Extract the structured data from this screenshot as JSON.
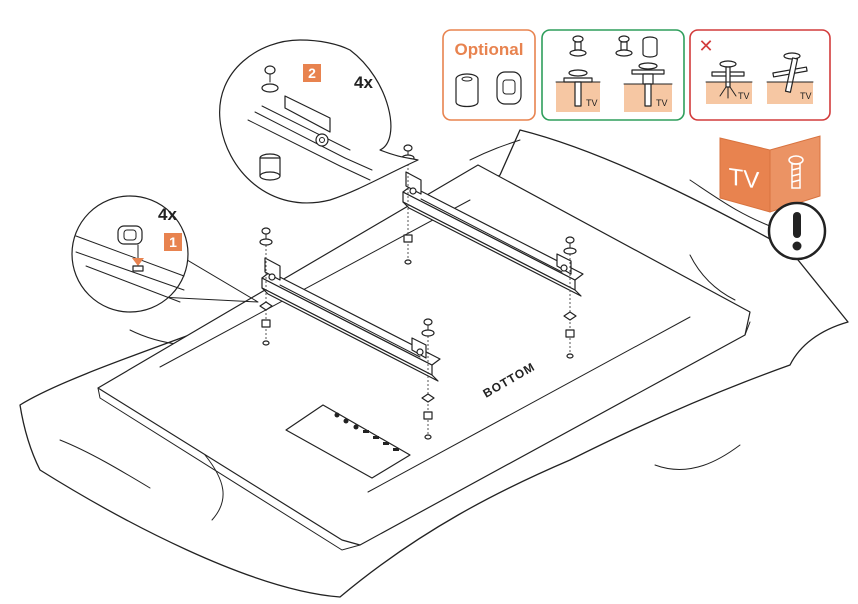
{
  "colors": {
    "accent": "#e8834f",
    "optional_border": "#e8834f",
    "ok_border": "#2e9e5b",
    "warn_border": "#d23b3b",
    "soil": "#f6c7a3"
  },
  "steps": {
    "step1": {
      "number": "1",
      "quantity": "4x"
    },
    "step2": {
      "number": "2",
      "quantity": "4x"
    }
  },
  "optional_panel": {
    "title": "Optional"
  },
  "correct_panel": {
    "tv_label_1": "TV",
    "tv_label_2": "TV"
  },
  "wrong_panel": {
    "mark": "✕",
    "tv_label_1": "TV",
    "tv_label_2": "TV"
  },
  "warning_book": {
    "tv_text": "TV",
    "icon": "exclamation-icon"
  },
  "tv_back": {
    "bottom_label": "BOTTOM"
  }
}
